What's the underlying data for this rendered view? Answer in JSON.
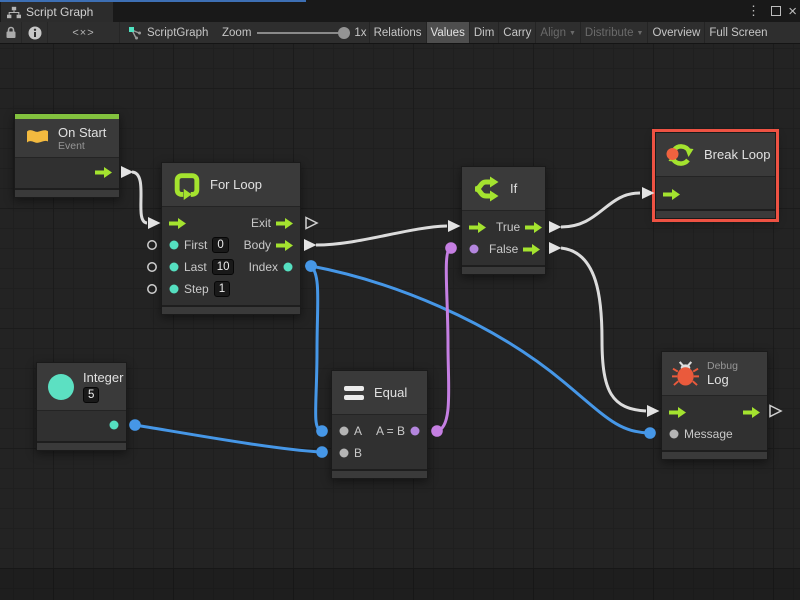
{
  "window": {
    "tab_title": "Script Graph",
    "controls": {
      "menu": "⋮",
      "maximize": "",
      "close": "×"
    }
  },
  "toolbar": {
    "lock_icon": "lock",
    "info_icon": "info",
    "code_icon": "<×>",
    "graph_label": "ScriptGraph",
    "zoom_label": "Zoom",
    "zoom_value": "1x",
    "buttons": [
      {
        "label": "Relations",
        "state": "normal"
      },
      {
        "label": "Values",
        "state": "active"
      },
      {
        "label": "Dim",
        "state": "normal"
      },
      {
        "label": "Carry",
        "state": "normal"
      },
      {
        "label": "Align",
        "state": "disabled",
        "dropdown": true
      },
      {
        "label": "Distribute",
        "state": "disabled",
        "dropdown": true
      },
      {
        "label": "Overview",
        "state": "normal"
      },
      {
        "label": "Full Screen",
        "state": "normal"
      }
    ]
  },
  "colors": {
    "control": "#a4e32f",
    "number": "#55dfc0",
    "generic": "#b4b4b4",
    "boolean": "#b486de",
    "wire_white": "#dcdcdc",
    "wire_blue": "#4697e7",
    "wire_purple": "#c57fe2",
    "selection": "#ee5243",
    "event_accent": "#82c13e"
  },
  "graph": {
    "nodes": [
      {
        "id": "on-start",
        "title": "On Start",
        "subtitle": "Event",
        "icon": "flag-icon",
        "accent": true,
        "rows": [
          {
            "right": {
              "port": "control-out",
              "id": "exit"
            }
          }
        ]
      },
      {
        "id": "for-loop",
        "title": "For Loop",
        "icon": "loop-icon",
        "rows": [
          {
            "left": {
              "port": "control-in",
              "id": "enter"
            },
            "right": {
              "label": "Exit",
              "port": "control-out",
              "id": "exit"
            }
          },
          {
            "left": {
              "port": "value-in",
              "color": "number",
              "label": "First",
              "value": "0",
              "id": "first"
            },
            "right": {
              "label": "Body",
              "port": "control-out",
              "id": "body"
            }
          },
          {
            "left": {
              "port": "value-in",
              "color": "number",
              "label": "Last",
              "value": "10",
              "id": "last"
            },
            "right": {
              "label": "Index",
              "port": "value-out",
              "color": "number",
              "id": "index"
            }
          },
          {
            "left": {
              "port": "value-in",
              "color": "number",
              "label": "Step",
              "value": "1",
              "id": "step"
            }
          }
        ]
      },
      {
        "id": "if",
        "title": "If",
        "icon": "branch-icon",
        "rows": [
          {
            "left": {
              "port": "control-in",
              "id": "enter"
            },
            "right": {
              "label": "True",
              "port": "control-out",
              "id": "true"
            }
          },
          {
            "left": {
              "port": "value-in",
              "color": "boolean",
              "id": "condition"
            },
            "right": {
              "label": "False",
              "port": "control-out",
              "id": "false"
            }
          }
        ]
      },
      {
        "id": "break-loop",
        "title": "Break Loop",
        "icon": "break-loop-icon",
        "selected": true,
        "rows": [
          {
            "left": {
              "port": "control-in",
              "id": "enter"
            }
          }
        ]
      },
      {
        "id": "integer",
        "title": "Integer",
        "icon": "integer-icon",
        "header_value": "5",
        "rows": [
          {
            "right": {
              "port": "value-out",
              "color": "number",
              "id": "output"
            }
          }
        ]
      },
      {
        "id": "equal",
        "title": "Equal",
        "icon": "equals-icon",
        "rows": [
          {
            "left": {
              "port": "value-in",
              "color": "generic",
              "label": "A",
              "id": "a"
            },
            "right": {
              "label": "A = B",
              "port": "value-out",
              "color": "boolean",
              "id": "result"
            }
          },
          {
            "left": {
              "port": "value-in",
              "color": "generic",
              "label": "B",
              "id": "b"
            }
          }
        ]
      },
      {
        "id": "debug-log",
        "title": "Log",
        "subtitle": "Debug",
        "subtitle_above": true,
        "icon": "bug-icon",
        "rows": [
          {
            "left": {
              "port": "control-in",
              "id": "enter"
            },
            "right": {
              "port": "control-out",
              "id": "exit"
            }
          },
          {
            "left": {
              "port": "value-in",
              "color": "generic",
              "label": "Message",
              "id": "message"
            }
          }
        ]
      }
    ],
    "connections": [
      {
        "from": "on-start.exit",
        "to": "for-loop.enter",
        "kind": "control"
      },
      {
        "from": "for-loop.body",
        "to": "if.enter",
        "kind": "control"
      },
      {
        "from": "for-loop.index",
        "to": "equal.a",
        "kind": "number"
      },
      {
        "from": "for-loop.index",
        "to": "debug-log.message",
        "kind": "number"
      },
      {
        "from": "integer.output",
        "to": "equal.b",
        "kind": "number"
      },
      {
        "from": "equal.result",
        "to": "if.condition",
        "kind": "boolean"
      },
      {
        "from": "if.true",
        "to": "break-loop.enter",
        "kind": "control"
      },
      {
        "from": "if.false",
        "to": "debug-log.enter",
        "kind": "control"
      }
    ]
  }
}
